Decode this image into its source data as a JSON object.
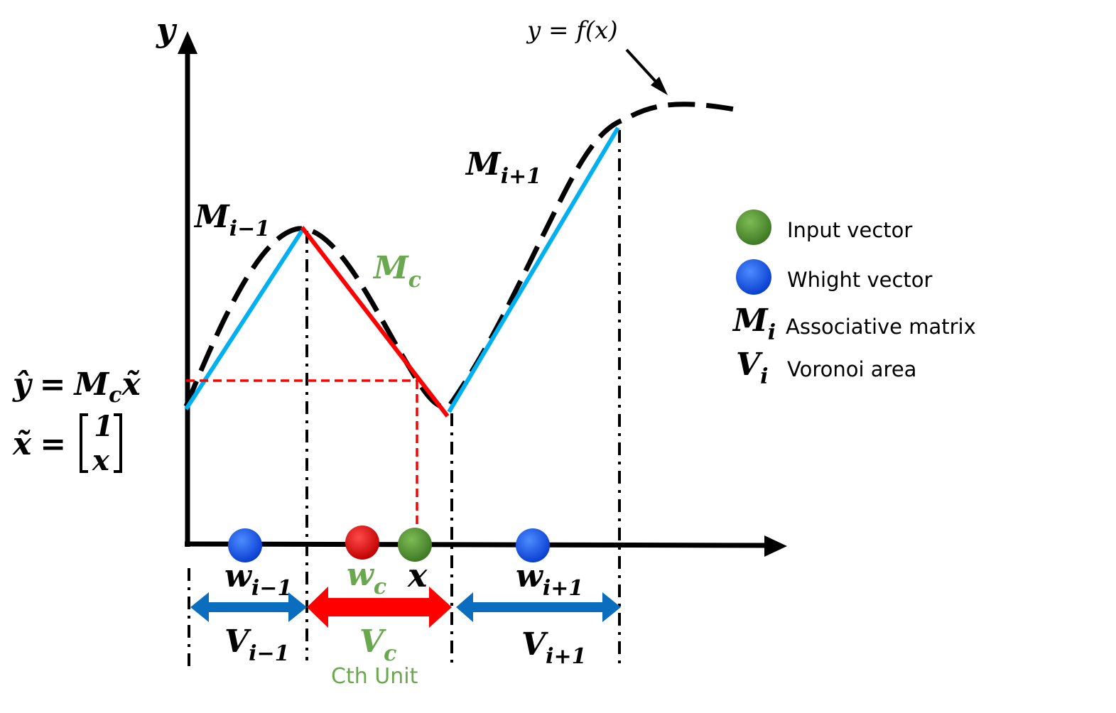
{
  "axes": {
    "y_label": "y",
    "x_label_hidden": ""
  },
  "curve": {
    "label": "y = f(x)"
  },
  "segments": {
    "prev": {
      "name": "M",
      "sub": "i−1"
    },
    "current": {
      "name": "M",
      "sub": "c"
    },
    "next": {
      "name": "M",
      "sub": "i+1"
    }
  },
  "weights": {
    "prev": {
      "name": "w",
      "sub": "i−1"
    },
    "current": {
      "name": "w",
      "sub": "c"
    },
    "input": {
      "name": "x"
    },
    "next": {
      "name": "w",
      "sub": "i+1"
    }
  },
  "voronoi": {
    "prev": {
      "name": "V",
      "sub": "i−1"
    },
    "current": {
      "name": "V",
      "sub": "c"
    },
    "next": {
      "name": "V",
      "sub": "i+1"
    },
    "current_caption": "Cth Unit"
  },
  "equations": {
    "yhat": {
      "lhs": "ŷ",
      "eq": "=",
      "rhs_name": "M",
      "rhs_sub": "c",
      "rhs_x": "x̃"
    },
    "xtilde": {
      "lhs": "x̃",
      "eq": "=",
      "top": "1",
      "bottom": "x"
    }
  },
  "legend": {
    "input_vector": "Input vector",
    "weight_vector": "Whight vector",
    "assoc_symbol": "M",
    "assoc_sub": "i",
    "assoc_label": "Associative matrix",
    "voronoi_symbol": "V",
    "voronoi_sub": "i",
    "voronoi_label": "Voronoi area"
  },
  "colors": {
    "axis": "#000000",
    "curve": "#000000",
    "approx_segment": "#00b0f0",
    "winner_segment": "#ff0000",
    "weight_dot": "#1f5fe0",
    "winner_dot": "#e00000",
    "input_dot": "#4e8f2e",
    "voronoi_arrow": "#0b6dbd",
    "winner_arrow": "#ff0000",
    "green_label": "#6aa84f"
  }
}
